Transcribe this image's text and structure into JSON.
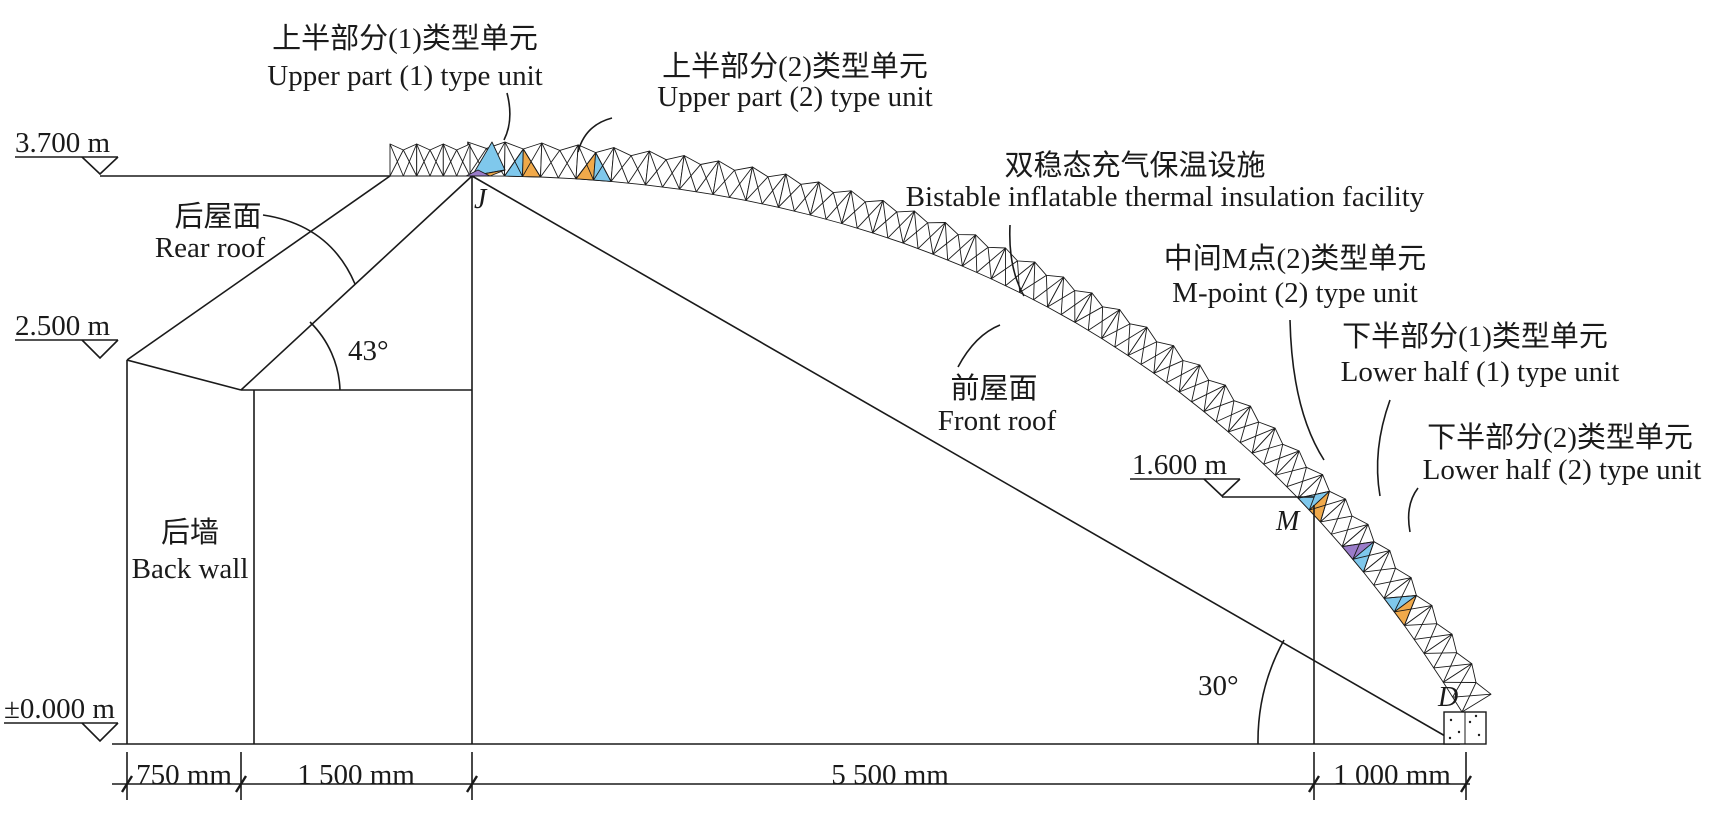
{
  "elevations": {
    "top": "3.700 m",
    "mid": "2.500 m",
    "m_level": "1.600 m",
    "ground": "±0.000 m"
  },
  "dimensions": [
    "750 mm",
    "1 500 mm",
    "5 500 mm",
    "1 000 mm"
  ],
  "angles": {
    "rear": "43°",
    "front": "30°"
  },
  "points": {
    "J": "J",
    "M": "M",
    "D": "D"
  },
  "labels": {
    "upper1_cn": "上半部分(1)类型单元",
    "upper1_en": "Upper part (1) type unit",
    "upper2_cn": "上半部分(2)类型单元",
    "upper2_en": "Upper part (2) type unit",
    "bistable_cn": "双稳态充气保温设施",
    "bistable_en": "Bistable inflatable thermal insulation facility",
    "mpoint_cn": "中间M点(2)类型单元",
    "mpoint_en": "M-point (2) type unit",
    "lower1_cn": "下半部分(1)类型单元",
    "lower1_en": "Lower half (1) type unit",
    "lower2_cn": "下半部分(2)类型单元",
    "lower2_en": "Lower half (2) type unit",
    "rear_roof_cn": "后屋面",
    "rear_roof_en": "Rear roof",
    "front_roof_cn": "前屋面",
    "front_roof_en": "Front roof",
    "back_wall_cn": "后墙",
    "back_wall_en": "Back wall"
  },
  "colors": {
    "line": "#1a1a1a",
    "unit_blue": "#7fc8ec",
    "unit_orange": "#f0a94a",
    "unit_purple": "#9a7cc9"
  }
}
